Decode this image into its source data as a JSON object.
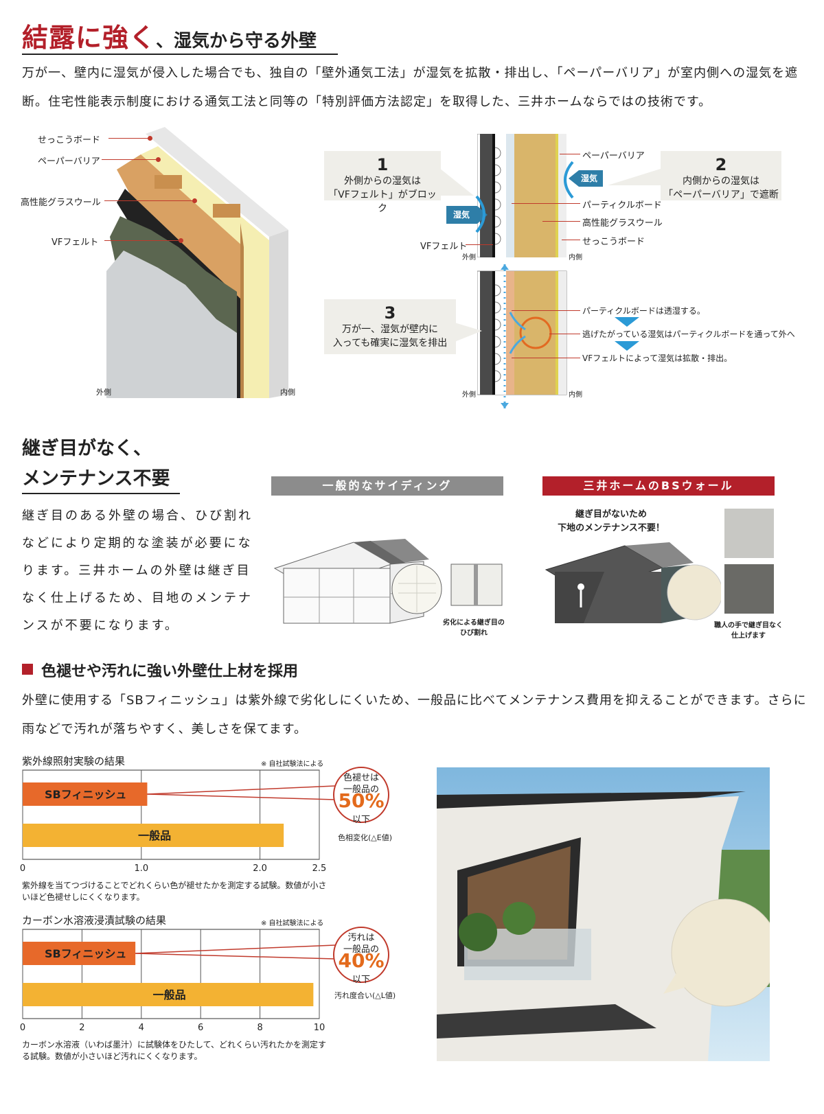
{
  "section1": {
    "title_main": "結露に強く",
    "title_sub": "、湿気から守る外壁",
    "paragraph": "万が一、壁内に湿気が侵入した場合でも、独自の「壁外通気工法」が湿気を拡散・排出し、「ペーパーバリア」が室内側への湿気を遮断。住宅性能表示制度における通気工法と同等の「特別評価方法認定」を取得した、三井ホームならではの技術です。",
    "left_diagram": {
      "labels": [
        "せっこうボード",
        "ペーパーバリア",
        "高性能グラスウール",
        "VFフェルト"
      ],
      "outside": "外側",
      "inside": "内側"
    },
    "top_diagram": {
      "bubble1_num": "1",
      "bubble1_text1": "外側からの湿気は",
      "bubble1_text2": "「VFフェルト」がブロック",
      "bubble2_num": "2",
      "bubble2_text1": "内側からの湿気は",
      "bubble2_text2": "「ペーパーバリア」で遮断",
      "vapor_label": "湿気",
      "labels": [
        "ペーパーバリア",
        "パーティクルボード",
        "高性能グラスウール",
        "せっこうボード"
      ],
      "vf_label": "VFフェルト",
      "outside": "外側",
      "inside": "内側"
    },
    "bottom_diagram": {
      "bubble3_num": "3",
      "bubble3_text1": "万が一、湿気が壁内に",
      "bubble3_text2": "入っても確実に湿気を排出",
      "steps": [
        "パーティクルボードは透湿する。",
        "逃げたがっている湿気はパーティクルボードを通って外へ。",
        "VFフェルトによって湿気は拡散・排出。"
      ],
      "outside": "外側",
      "inside": "内側"
    }
  },
  "section2": {
    "title_line1": "継ぎ目がなく、",
    "title_line2": "メンテナンス不要",
    "paragraph": "継ぎ目のある外壁の場合、ひび割れなどにより定期的な塗装が必要になります。三井ホームの外壁は継ぎ目なく仕上げるため、目地のメンテナンスが不要になります。",
    "banner_general": "一般的なサイディング",
    "banner_bs": "三井ホームのBSウォール",
    "general_caption1": "劣化による継ぎ目の",
    "general_caption2": "ひび割れ",
    "bs_caption1": "継ぎ目がないため",
    "bs_caption2": "下地のメンテナンス不要！",
    "craft_caption1": "職人の手で継ぎ目なく",
    "craft_caption2": "仕上げます",
    "colors": {
      "general": "#8c8c8c",
      "bs": "#b3202a"
    }
  },
  "section3": {
    "heading": "色褪せや汚れに強い外壁仕上材を採用",
    "paragraph": "外壁に使用する「SBフィニッシュ」は紫外線で劣化しにくいため、一般品に比べてメンテナンス費用を抑えることができます。さらに雨などで汚れが落ちやすく、美しさを保てます。"
  },
  "chart_data": [
    {
      "type": "bar",
      "title": "紫外線照射実験の結果",
      "note": "※ 自社試験法による",
      "categories": [
        "SBフィニッシュ",
        "一般品"
      ],
      "values": [
        1.05,
        2.2
      ],
      "xlim": [
        0,
        2.5
      ],
      "ticks": [
        "0",
        "1.0",
        "2.0",
        "2.5"
      ],
      "tick_values": [
        0,
        1.0,
        2.0,
        2.5
      ],
      "callout_line1": "色褪せは",
      "callout_line2": "一般品の",
      "callout_pct": "50%",
      "callout_line3": "以下",
      "metric": "色相変化(△E値)",
      "description": "紫外線を当てつづけることでどれくらい色が褪せたかを測定する試験。数値が小さいほど色褪せしにくくなります。",
      "colors": {
        "sb": "#e7692a",
        "general": "#f3b233"
      }
    },
    {
      "type": "bar",
      "title": "カーボン水溶液浸漬試験の結果",
      "note": "※ 自社試験法による",
      "categories": [
        "SBフィニッシュ",
        "一般品"
      ],
      "values": [
        3.8,
        9.8
      ],
      "xlim": [
        0,
        10
      ],
      "ticks": [
        "0",
        "2",
        "4",
        "6",
        "8",
        "10"
      ],
      "tick_values": [
        0,
        2,
        4,
        6,
        8,
        10
      ],
      "callout_line1": "汚れは",
      "callout_line2": "一般品の",
      "callout_pct": "40%",
      "callout_line3": "以下",
      "metric": "汚れ度合い(△L値)",
      "description": "カーボン水溶液（いわば墨汁）に試験体をひたして、どれくらい汚れたかを測定する試験。数値が小さいほど汚れにくくなります。",
      "colors": {
        "sb": "#e7692a",
        "general": "#f3b233"
      }
    }
  ]
}
